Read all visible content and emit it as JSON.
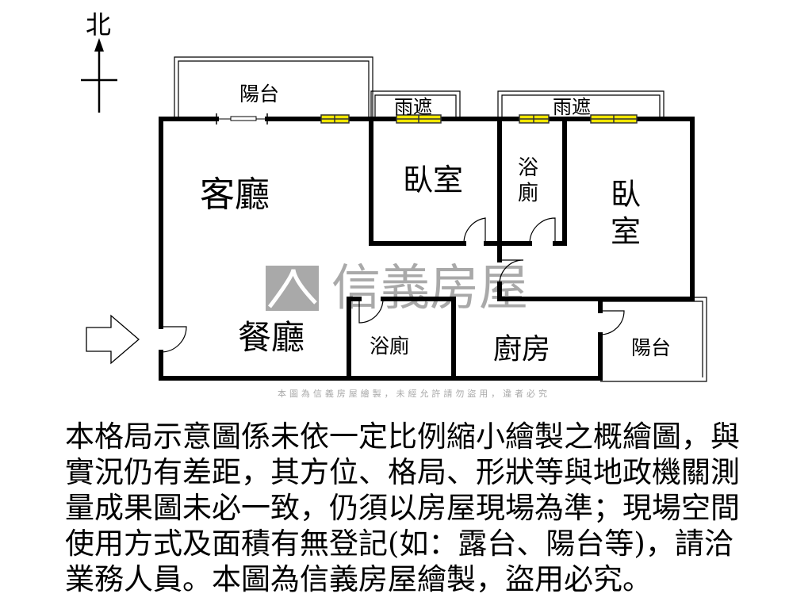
{
  "compass": {
    "north_label": "北"
  },
  "rooms": {
    "balcony_top": "陽台",
    "canopy_1": "雨遮",
    "canopy_2": "雨遮",
    "living_room": "客廳",
    "bedroom_1": "臥室",
    "bathroom_1_line1": "浴",
    "bathroom_1_line2": "廁",
    "bedroom_2_line1": "臥",
    "bedroom_2_line2": "室",
    "dining_room": "餐廳",
    "bathroom_2": "浴廁",
    "kitchen": "廚房",
    "balcony_right": "陽台"
  },
  "watermark": {
    "brand": "信義房屋",
    "small_text": "本圖為信義房屋繪製，未經允許請勿盜用，違者必究",
    "color": "#a0a0a0"
  },
  "colors": {
    "window": "#f2e600",
    "wall": "#000000"
  },
  "disclaimer": {
    "lines": [
      "本格局示意圖係未依一定比例縮小繪製之概繪圖，與",
      "實況仍有差距，其方位、格局、形狀等與地政機關測",
      "量成果圖未必一致，仍須以房屋現場為準；現場空間",
      "使用方式及面積有無登記(如：露台、陽台等)，請洽",
      "業務人員。本圖為信義房屋繪製，盜用必究。"
    ]
  }
}
